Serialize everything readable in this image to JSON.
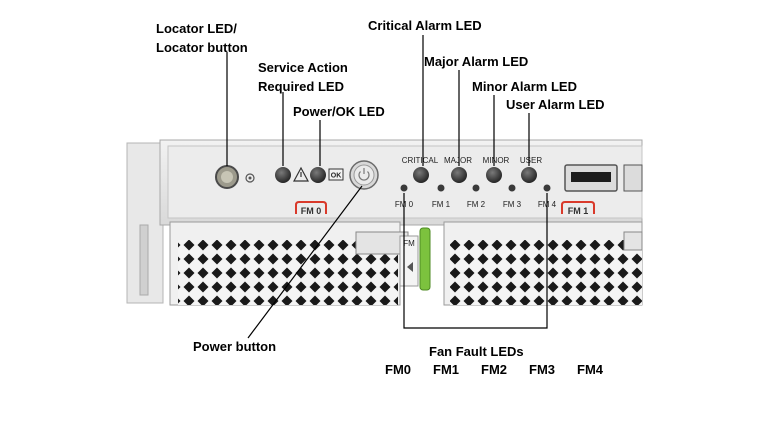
{
  "callouts": {
    "locator_line1": "Locator LED/",
    "locator_line2": "Locator button",
    "service_line1": "Service Action",
    "service_line2": "Required LED",
    "power_ok": "Power/OK LED",
    "critical": "Critical Alarm LED",
    "major": "Major Alarm LED",
    "minor": "Minor Alarm LED",
    "user": "User Alarm LED",
    "power_button": "Power button",
    "fan_fault": "Fan Fault LEDs"
  },
  "fan_legend": [
    "FM0",
    "FM1",
    "FM2",
    "FM3",
    "FM4"
  ],
  "panel_labels": {
    "critical": "CRITICAL",
    "major": "MAJOR",
    "minor": "MINOR",
    "user": "USER",
    "ok": "OK",
    "fm_tag_left": "FM 0",
    "fm_tag_right": "FM 1",
    "fm_small": [
      "FM 0",
      "FM 1",
      "FM 2",
      "FM 3",
      "FM 4"
    ],
    "fm_tab": "FM"
  },
  "colors": {
    "chassis": "#e6e6e6",
    "bay": "#f2f2f2",
    "tag_red": "#d93a2b",
    "latch_green": "#7cc23e",
    "led_dark": "#3a3a3a"
  },
  "icons": {
    "warning": "warning-triangle-icon",
    "locator": "locator-icon",
    "power": "power-icon",
    "usb": "usb-port-icon"
  }
}
